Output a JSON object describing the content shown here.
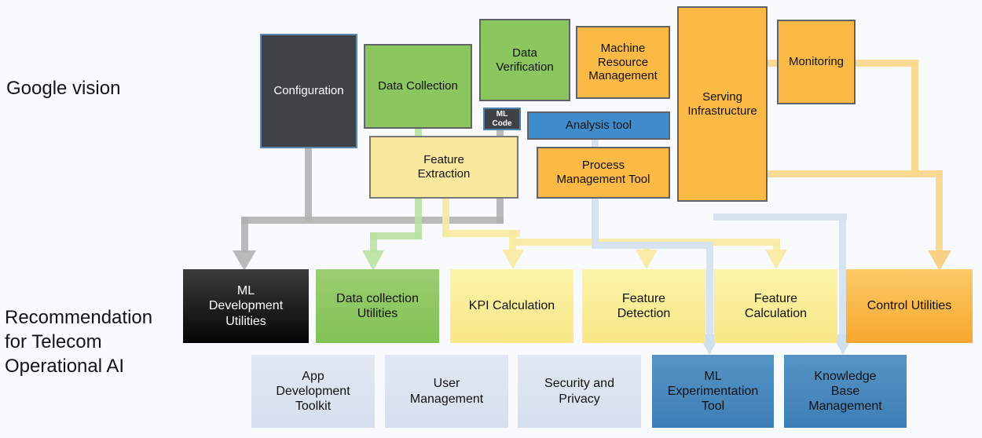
{
  "page": {
    "background": "#f8fafd"
  },
  "google_vision": {
    "section_label": "Google vision",
    "boxes": {
      "configuration": {
        "label": "Configuration",
        "fill": "#404346",
        "border": "#5e88b2",
        "text_color": "#ffffff"
      },
      "data_collection": {
        "label": "Data Collection",
        "fill": "#8cc65f"
      },
      "data_verification": {
        "label": "Data\nVerification",
        "fill": "#8cc65f"
      },
      "ml_code": {
        "label": "ML\nCode",
        "fill": "#3f4245",
        "border": "#4e81b0",
        "text_color": "#ffffff"
      },
      "machine_resource_management": {
        "label": "Machine\nResource\nManagement",
        "fill": "#fbb945"
      },
      "analysis_tool": {
        "label": "Analysis tool",
        "fill": "#3e8ccb"
      },
      "process_management_tool": {
        "label": "Process\nManagement Tool",
        "fill": "#fbb945"
      },
      "serving_infrastructure": {
        "label": "Serving\nInfrastructure",
        "fill": "#fbb945"
      },
      "monitoring": {
        "label": "Monitoring",
        "fill": "#fbb945"
      },
      "feature_extraction": {
        "label": "Feature\nExtraction",
        "fill": "#fae89e"
      }
    }
  },
  "telecom": {
    "section_label": "Recommendation\nfor Telecom\nOperational AI",
    "row1": [
      {
        "label": "ML\nDevelopment\nUtilities",
        "fill": "#1a1a1a",
        "text_color": "#ffffff"
      },
      {
        "label": "Data collection\nUtilities",
        "fill": "#8cc65f"
      },
      {
        "label": "KPI Calculation",
        "fill": "#faee9b"
      },
      {
        "label": "Feature\nDetection",
        "fill": "#faee9b"
      },
      {
        "label": "Feature\nCalculation",
        "fill": "#faee9b"
      },
      {
        "label": "Control Utilities",
        "fill": "#f9b94a"
      }
    ],
    "row2": [
      {
        "label": "App\nDevelopment\nToolkit",
        "fill": "#dce3f0"
      },
      {
        "label": "User\nManagement",
        "fill": "#dce3f0"
      },
      {
        "label": "Security and\nPrivacy",
        "fill": "#dce3f0"
      },
      {
        "label": "ML\nExperimentation\nTool",
        "fill": "#4a8bc0"
      },
      {
        "label": "Knowledge\nBase\nManagement",
        "fill": "#4a8bc0"
      }
    ]
  },
  "connector_colors": {
    "gray": "#b1b1b1",
    "green": "#b9e2a2",
    "yellow": "#f9e9a1",
    "orange_yellow": "#f8d78c",
    "light_blue": "#d7e4f0"
  }
}
